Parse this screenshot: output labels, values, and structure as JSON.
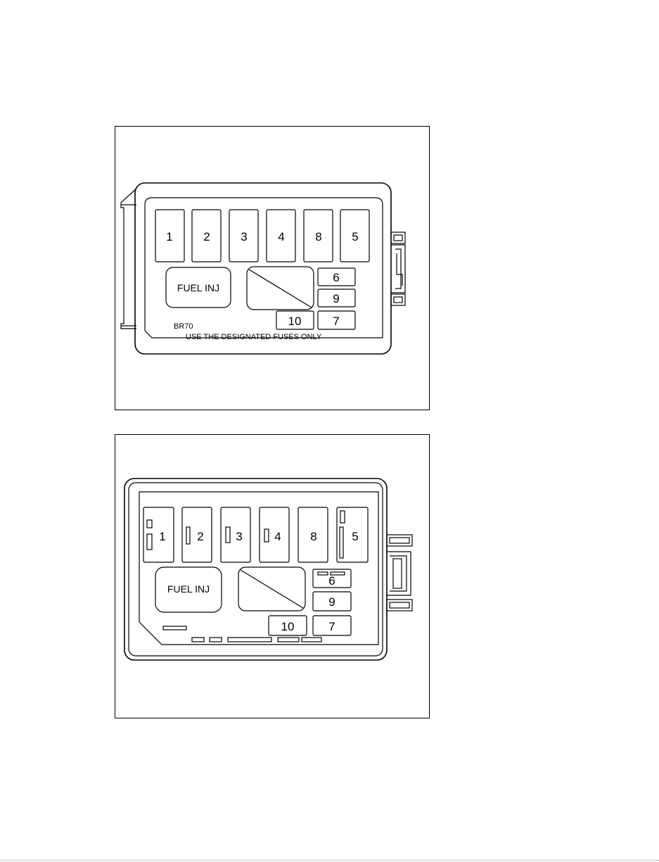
{
  "top_diagram": {
    "fuses_row": [
      "1",
      "2",
      "3",
      "4",
      "8",
      "5"
    ],
    "fuses_right": [
      "6",
      "9",
      "7"
    ],
    "fuse_10": "10",
    "fuel_inj_label": "FUEL INJ",
    "code": "BR70",
    "footer": "USE THE DESIGNATED FUSES ONLY"
  },
  "bottom_diagram": {
    "fuses_row": [
      "1",
      "2",
      "3",
      "4",
      "8",
      "5"
    ],
    "fuses_right": [
      "6",
      "9",
      "7"
    ],
    "fuse_10": "10",
    "fuel_inj_label": "FUEL INJ"
  }
}
